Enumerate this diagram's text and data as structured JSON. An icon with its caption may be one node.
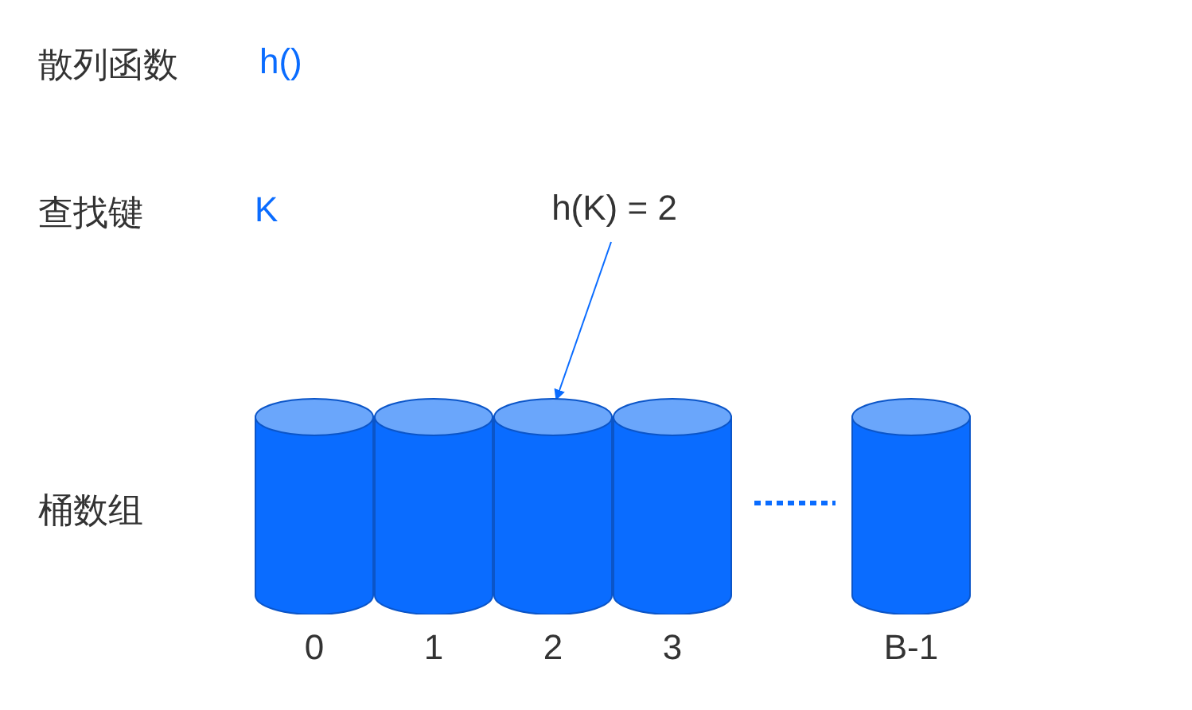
{
  "diagram": {
    "nodes": [
      {
        "text": [
          "h(K) = 2"
        ]
      },
      {
        "text": [],
        "shape": "cylinder",
        "beside": [
          "0"
        ]
      },
      {
        "text": [],
        "shape": "cylinder",
        "beside": [
          "1"
        ]
      },
      {
        "text": [],
        "shape": "cylinder",
        "beside": [
          "2"
        ]
      },
      {
        "text": [],
        "shape": "cylinder",
        "beside": [
          "3"
        ]
      },
      {
        "text": [],
        "shape": "cylinder",
        "beside": [
          "B-1"
        ]
      }
    ],
    "edges": [
      {
        "from": 0,
        "to": 3,
        "arrow": "to"
      }
    ],
    "labels": [
      "散列函数",
      "h()",
      "查找键",
      "K",
      "桶数组"
    ]
  }
}
